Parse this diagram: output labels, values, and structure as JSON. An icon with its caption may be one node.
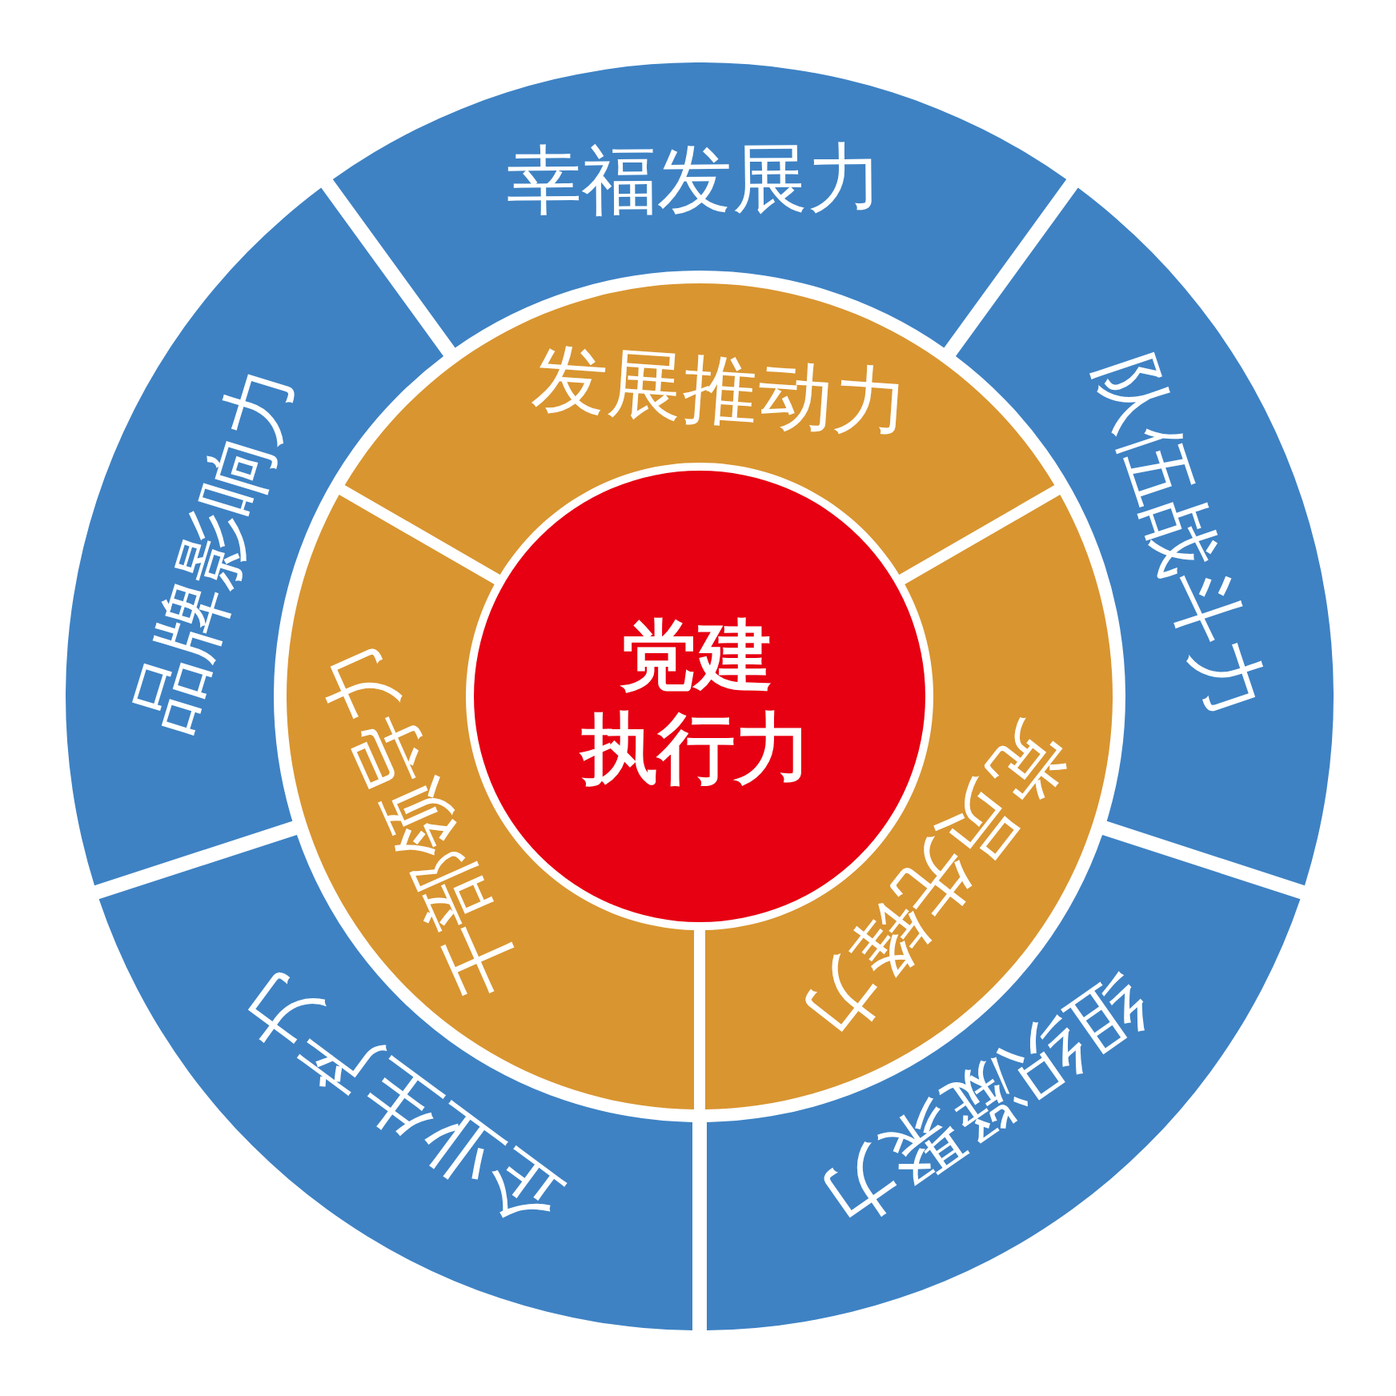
{
  "diagram": {
    "nodes": [
      {
        "text": [
          "党建执行力"
        ]
      },
      {
        "text": [
          "发展推动力"
        ]
      },
      {
        "text": [
          "党员先锋力"
        ]
      },
      {
        "text": [
          "干部领导力"
        ]
      },
      {
        "text": [
          "幸福发展力"
        ]
      },
      {
        "text": [
          "队伍战斗力"
        ]
      },
      {
        "text": [
          "组织凝聚力"
        ]
      },
      {
        "text": [
          "企业生产力"
        ]
      },
      {
        "text": [
          "品牌影响力"
        ]
      }
    ]
  }
}
